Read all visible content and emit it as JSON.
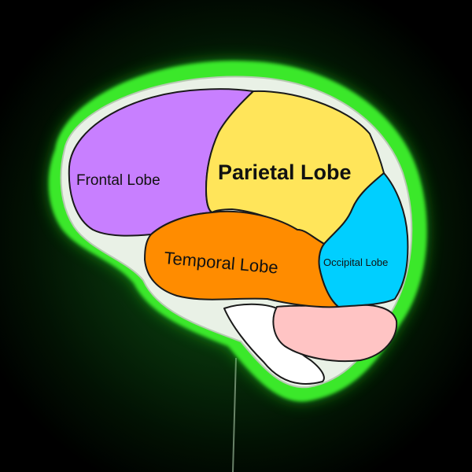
{
  "labels": {
    "frontal": "Frontal Lobe",
    "parietal": "Parietal Lobe",
    "temporal": "Temporal Lobe",
    "occipital": "Occipital Lobe"
  },
  "colors": {
    "glow": "#22e51a",
    "glow_inner": "#6cff4a",
    "background": "#000000",
    "frontal": "#c87fff",
    "parietal": "#ffe55a",
    "temporal": "#ff8c00",
    "occipital": "#00cfff",
    "cerebellum": "#ffc4c4",
    "brainstem": "#ffffff"
  }
}
